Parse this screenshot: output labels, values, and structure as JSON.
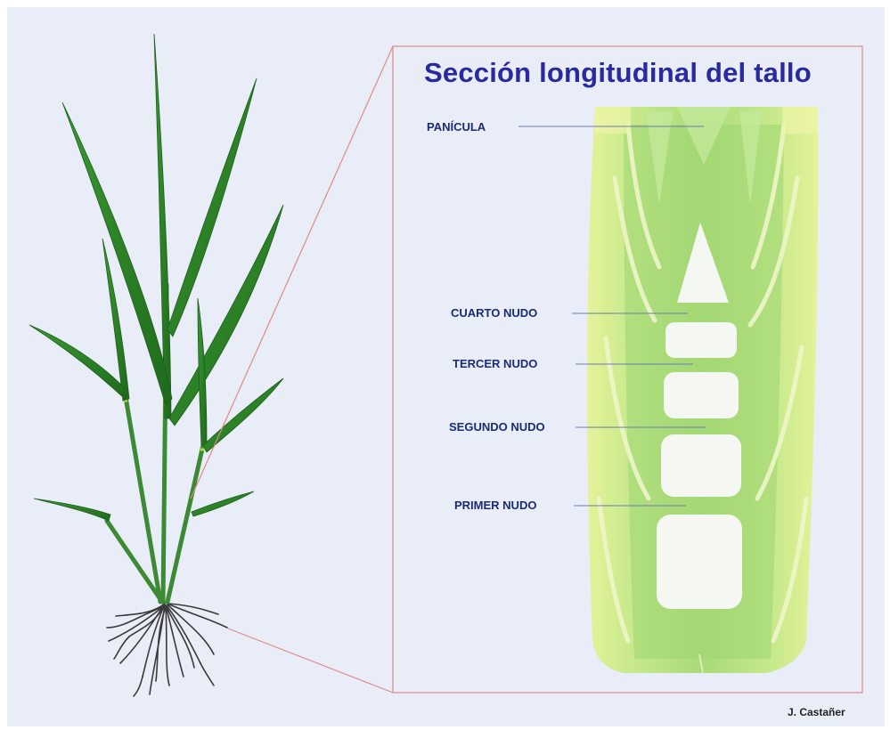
{
  "title": "Sección longitudinal del tallo",
  "labels": {
    "panicula": "PANÍCULA",
    "cuarto_nudo": "CUARTO NUDO",
    "tercer_nudo": "TERCER NUDO",
    "segundo_nudo": "SEGUNDO NUDO",
    "primer_nudo": "PRIMER NUDO"
  },
  "credit": "J. Castañer",
  "colors": {
    "background": "#e8edf7",
    "title": "#2a2aa0",
    "label": "#1c2a78",
    "leader_line": "#6a7ab8",
    "frame": "#e08a8a",
    "leaf_green": "#2f8a2a",
    "leaf_dark": "#1f5e1c",
    "stem_light": "#b8e27a",
    "stem_mid": "#9ad465",
    "root": "#3a3a3a"
  }
}
